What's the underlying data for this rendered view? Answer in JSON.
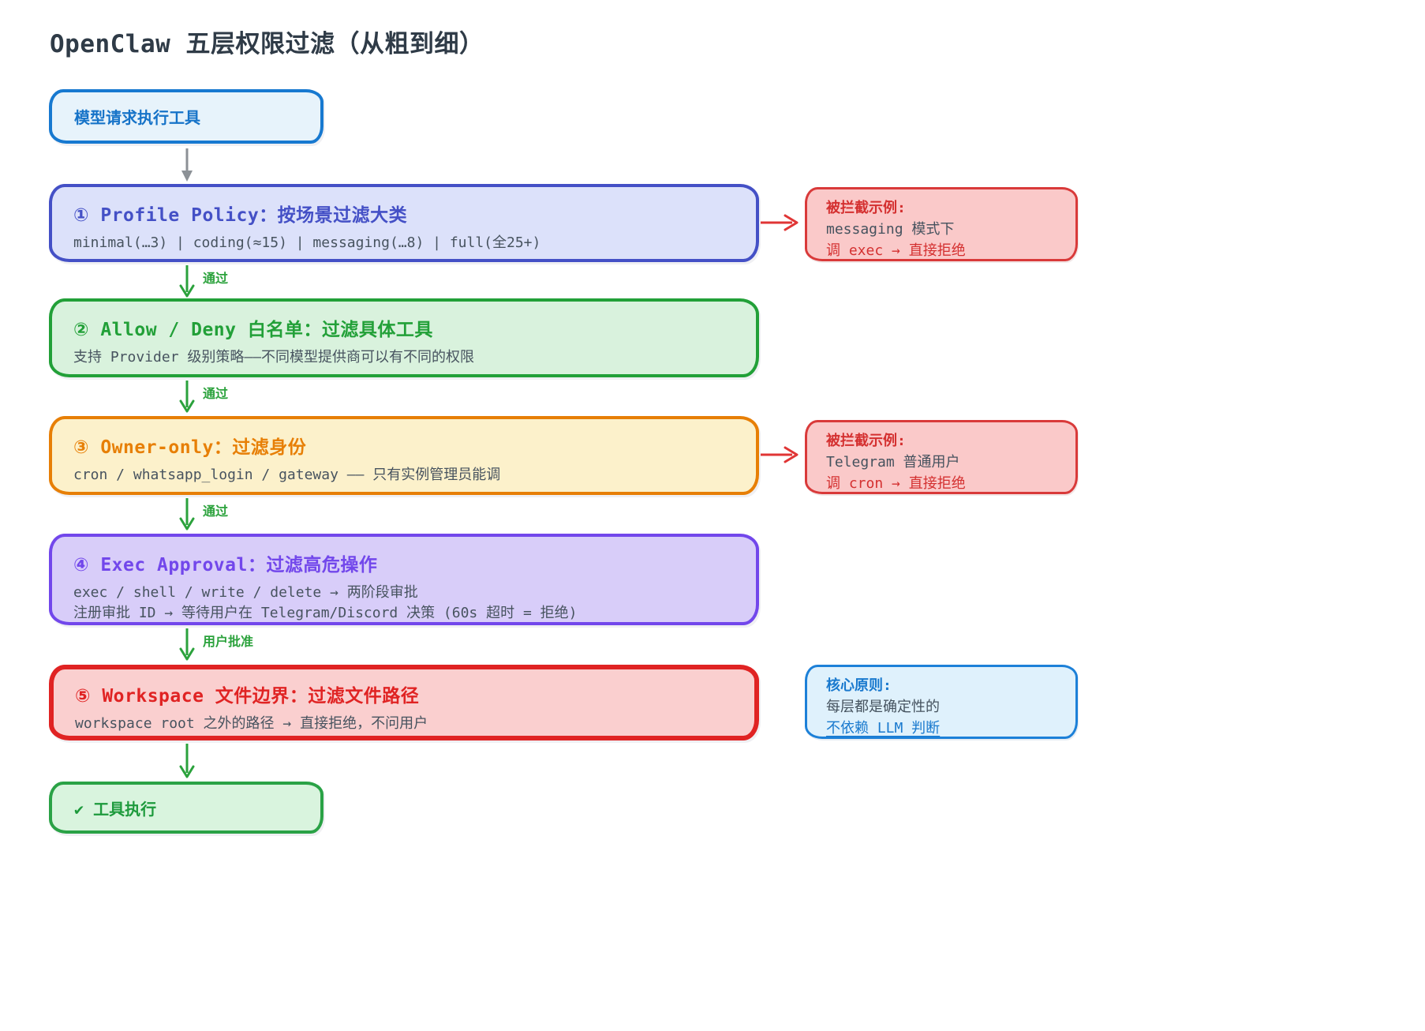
{
  "title": "OpenClaw 五层权限过滤（从粗到细）",
  "start": {
    "label": "模型请求执行工具",
    "accent": "#1779D0",
    "bg": "#E7F3FB",
    "text": "#1673C8"
  },
  "layers": [
    {
      "title": "① Profile Policy：按场景过滤大类",
      "lines": [
        "minimal(…3) | coding(≈15) | messaging(…8) | full(全25+)"
      ],
      "accent": "#4450C6",
      "bg": "#DCE1FA"
    },
    {
      "title": "② Allow / Deny 白名单：过滤具体工具",
      "lines": [
        "支持 Provider 级别策略——不同模型提供商可以有不同的权限"
      ],
      "accent": "#22A038",
      "bg": "#D9F2DD"
    },
    {
      "title": "③ Owner-only：过滤身份",
      "lines": [
        "cron / whatsapp_login / gateway —— 只有实例管理员能调"
      ],
      "accent": "#E77F06",
      "bg": "#FCF1CB"
    },
    {
      "title": "④ Exec Approval：过滤高危操作",
      "lines": [
        "exec / shell / write / delete → 两阶段审批",
        "注册审批 ID → 等待用户在 Telegram/Discord 决策 (60s 超时 = 拒绝)"
      ],
      "accent": "#7247EB",
      "bg": "#D8CDF9"
    },
    {
      "title": "⑤ Workspace 文件边界：过滤文件路径",
      "lines": [
        "workspace root 之外的路径 → 直接拒绝，不问用户"
      ],
      "accent": "#E02323",
      "bg": "#FACFCF"
    }
  ],
  "connectors": [
    {
      "label": ""
    },
    {
      "label": "通过"
    },
    {
      "label": "通过"
    },
    {
      "label": "通过"
    },
    {
      "label": "用户批准"
    },
    {
      "label": ""
    }
  ],
  "callouts": [
    {
      "heading": "被拦截示例:",
      "line1": "messaging 模式下",
      "line2": "调 exec → 直接拒绝",
      "accent": "#D43030",
      "border": "#D93A3A",
      "bg": "#FAC9C9"
    },
    {
      "heading": "被拦截示例:",
      "line1": "Telegram 普通用户",
      "line2": "调 cron → 直接拒绝",
      "accent": "#D43030",
      "border": "#D93A3A",
      "bg": "#FAC9C9"
    }
  ],
  "principle": {
    "heading": "核心原则:",
    "line1": "每层都是确定性的",
    "line2": "不依赖 LLM 判断",
    "accent": "#1979CE",
    "border": "#1C80D8",
    "bg": "#DFF1FC"
  },
  "end": {
    "label": "✔ 工具执行",
    "accent": "#2AA246",
    "bg": "#D9F4DE",
    "text": "#1D9A3C"
  },
  "colors": {
    "pass_arrow": "#2BA23C",
    "reject_arrow": "#E03535",
    "start_arrow": "#8C9196",
    "body_text": "#47535F",
    "title_text": "#2F3B47"
  }
}
